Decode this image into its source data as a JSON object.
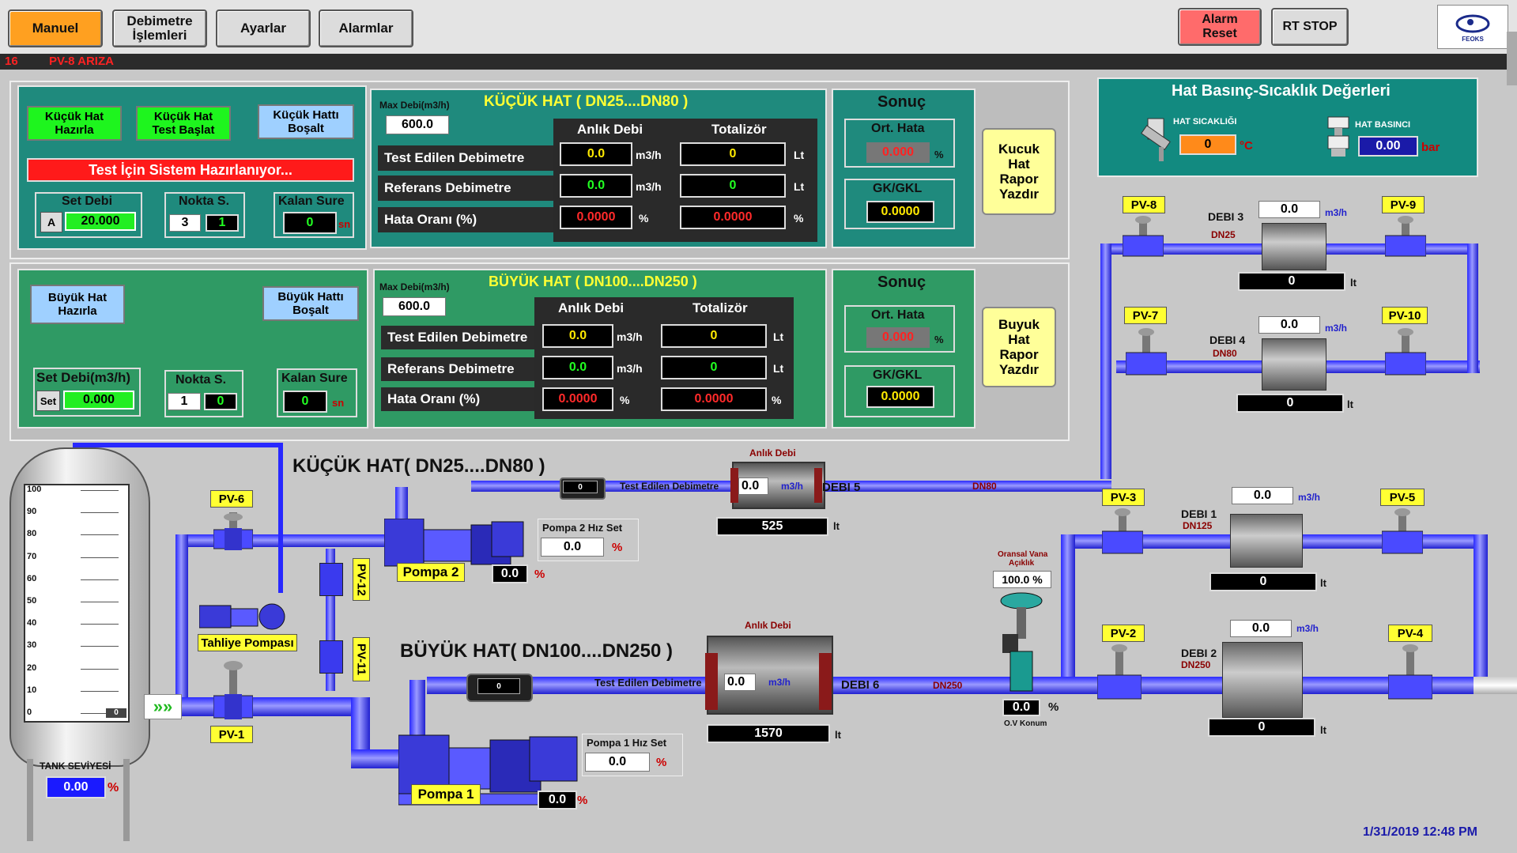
{
  "toolbar": {
    "manuel": "Manuel",
    "debimetre_l1": "Debimetre",
    "debimetre_l2": "İşlemleri",
    "ayarlar": "Ayarlar",
    "alarmlar": "Alarmlar",
    "alarm_reset_l1": "Alarm",
    "alarm_reset_l2": "Reset",
    "rt_stop": "RT STOP",
    "logo_text": "FEOKS"
  },
  "alarm_bar": {
    "code": "16",
    "message": "PV-8 ARIZA"
  },
  "small_line": {
    "hazirla_l1": "Küçük Hat",
    "hazirla_l2": "Hazırla",
    "test_l1": "Küçük Hat",
    "test_l2": "Test Başlat",
    "bosalt_l1": "Küçük Hattı",
    "bosalt_l2": "Boşalt",
    "status": "Test İçin Sistem Hazırlanıyor...",
    "set_debi_label": "Set Debi",
    "set_mode": "A",
    "set_debi_value": "20.000",
    "nokta_label": "Nokta S.",
    "nokta_1": "3",
    "nokta_2": "1",
    "kalan_label": "Kalan Sure",
    "kalan_value": "0",
    "kalan_unit": "sn",
    "max_debi_label": "Max Debi(m3/h)",
    "max_debi_value": "600.0",
    "title": "KÜÇÜK HAT ( DN25....DN80 )",
    "col_anlik": "Anlık Debi",
    "col_total": "Totalizör",
    "row1": "Test Edilen Debimetre",
    "row2": "Referans Debimetre",
    "row3": "Hata Oranı (%)",
    "r1_anlik": "0.0",
    "r1_total": "0",
    "r2_anlik": "0.0",
    "r2_total": "0",
    "r3_anlik": "0.0000",
    "r3_total": "0.0000",
    "unit_flow": "m3/h",
    "unit_lt": "Lt",
    "unit_pct": "%",
    "sonuc": "Sonuç",
    "ort_hata_label": "Ort. Hata",
    "ort_hata_value": "0.000",
    "gk_label": "GK/GKL",
    "gk_value": "0.0000",
    "rapor_l1": "Kucuk",
    "rapor_l2": "Hat",
    "rapor_l3": "Rapor",
    "rapor_l4": "Yazdır"
  },
  "big_line": {
    "hazirla_l1": "Büyük Hat",
    "hazirla_l2": "Hazırla",
    "bosalt_l1": "Büyük Hattı",
    "bosalt_l2": "Boşalt",
    "set_debi_label": "Set Debi(m3/h)",
    "set_mode": "Set",
    "set_debi_value": "0.000",
    "nokta_label": "Nokta S.",
    "nokta_1": "1",
    "nokta_2": "0",
    "kalan_label": "Kalan Sure",
    "kalan_value": "0",
    "kalan_unit": "sn",
    "max_debi_label": "Max Debi(m3/h)",
    "max_debi_value": "600.0",
    "title": "BÜYÜK HAT ( DN100....DN250 )",
    "col_anlik": "Anlık Debi",
    "col_total": "Totalizör",
    "row1": "Test Edilen Debimetre",
    "row2": "Referans Debimetre",
    "row3": "Hata Oranı (%)",
    "r1_anlik": "0.0",
    "r1_total": "0",
    "r2_anlik": "0.0",
    "r2_total": "0",
    "r3_anlik": "0.0000",
    "r3_total": "0.0000",
    "unit_flow": "m3/h",
    "unit_lt": "Lt",
    "unit_pct": "%",
    "sonuc": "Sonuç",
    "ort_hata_label": "Ort. Hata",
    "ort_hata_value": "0.000",
    "gk_label": "GK/GKL",
    "gk_value": "0.0000",
    "rapor_l1": "Buyuk",
    "rapor_l2": "Hat",
    "rapor_l3": "Rapor",
    "rapor_l4": "Yazdır"
  },
  "pressure_panel": {
    "title": "Hat Basınç-Sıcaklık Değerleri",
    "temp_label": "HAT SICAKLIĞI",
    "temp_value": "0",
    "temp_unit": "°C",
    "press_label": "HAT BASINCI",
    "press_value": "0.00",
    "press_unit": "bar"
  },
  "tank": {
    "scale": [
      "100",
      "90",
      "80",
      "70",
      "60",
      "50",
      "40",
      "30",
      "20",
      "10",
      "0"
    ],
    "level_readout": "0",
    "label": "TANK SEVİYESİ",
    "value": "0.00",
    "unit": "%",
    "level_fraction": 0.0
  },
  "process": {
    "small_title": "KÜÇÜK HAT( DN25....DN80 )",
    "big_title": "BÜYÜK HAT( DN100....DN250 )",
    "pv": [
      "PV-1",
      "PV-2",
      "PV-3",
      "PV-4",
      "PV-5",
      "PV-6",
      "PV-7",
      "PV-8",
      "PV-9",
      "PV-10",
      "PV-11",
      "PV-12"
    ],
    "tahliye": "Tahliye Pompası",
    "pompa2": "Pompa 2",
    "pompa2_value": "0.0",
    "pompa2_hiz_label": "Pompa 2 Hız Set",
    "pompa2_hiz": "0.0",
    "pompa1": "Pompa 1",
    "pompa1_value": "0.0",
    "pompa1_hiz_label": "Pompa 1 Hız Set",
    "pompa1_hiz": "0.0",
    "pct": "%",
    "test_meter_small_value": "0",
    "test_meter_small_label": "Test Edilen Debimetre",
    "test_meter_big_value": "0",
    "test_meter_big_label": "Test Edilen Debimetre",
    "anlik_debi": "Anlık Debi",
    "debi5_flow": "0.0",
    "debi5_unit": "m3/h",
    "debi5_label": "DEBI 5",
    "debi5_total": "525",
    "lt": "lt",
    "debi6_flow": "0.0",
    "debi6_unit": "m3/h",
    "debi6_label": "DEBI 6",
    "debi6_total": "1570",
    "dn80": "DN80",
    "dn250_pipe": "DN250",
    "debi3_label": "DEBI 3",
    "debi3_dn": "DN25",
    "debi3_flow": "0.0",
    "debi3_total": "0",
    "debi4_label": "DEBI 4",
    "debi4_dn": "DN80",
    "debi4_flow": "0.0",
    "debi4_total": "0",
    "debi1_label": "DEBI 1",
    "debi1_dn": "DN125",
    "debi1_flow": "0.0",
    "debi1_total": "0",
    "debi2_label": "DEBI 2",
    "debi2_dn": "DN250",
    "debi2_flow": "0.0",
    "debi2_total": "0",
    "m3h": "m3/h",
    "oransal_l1": "Oransal Vana",
    "oransal_l2": "Açıklık",
    "oransal_value": "100.0 %",
    "ov_konum_value": "0.0",
    "ov_konum_label": "O.V Konum"
  },
  "datetime": "1/31/2019 12:48 PM",
  "colors": {
    "pipe": "#3a3aff",
    "teal": "#1f8a7d",
    "green": "#2f9a64",
    "tag": "#ffff33",
    "alarm": "#ff6b6b",
    "manual": "#ffa020"
  }
}
